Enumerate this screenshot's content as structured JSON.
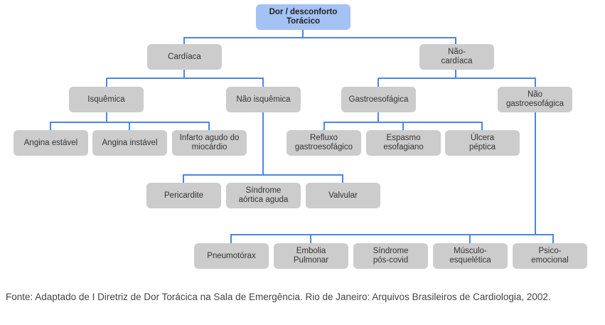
{
  "diagram": {
    "root": "Dor / desconforto Torácico",
    "cardiaca": "Cardíaca",
    "nao_cardiaca": "Não-cardíaca",
    "isquemica": "Isquêmica",
    "nao_isquemica": "Não isquêmica",
    "gastroesofagica": "Gastroesofágica",
    "nao_gastroesofagica": "Não gastroesofágica",
    "isquemica_children": [
      "Angina estável",
      "Angina instável",
      "Infarto agudo do miocárdio"
    ],
    "gastro_children": [
      "Refluxo gastroesofágico",
      "Espasmo esofagiano",
      "Úlcera péptica"
    ],
    "nao_isquemica_children": [
      "Pericardite",
      "Síndrome aórtica aguda",
      "Valvular"
    ],
    "nao_gastro_children": [
      "Pneumotórax",
      "Embolia Pulmonar",
      "Síndrome pós-covid",
      "Músculo-esquelética",
      "Psico-emocional"
    ]
  },
  "caption": "Fonte: Adaptado de I Diretriz de Dor Torácica na Sala de Emergência. Rio de Janeiro: Arquivos Brasileiros de Cardiologia, 2002.",
  "colors": {
    "root": "#a4c2f4",
    "node": "#cccccc",
    "connector": "#4a86e8"
  }
}
